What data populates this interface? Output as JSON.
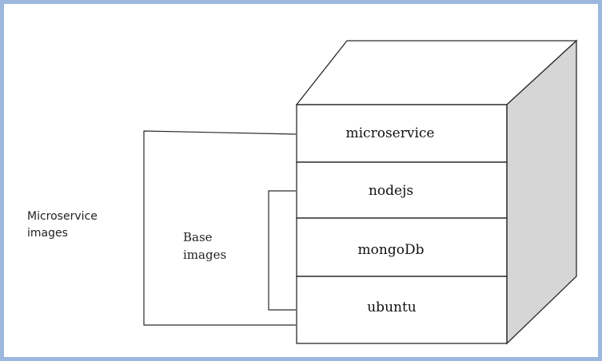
{
  "diagram": {
    "layers": [
      {
        "id": "microservice",
        "label": "microservice"
      },
      {
        "id": "nodejs",
        "label": "nodejs"
      },
      {
        "id": "mongodb",
        "label": "mongoDb"
      },
      {
        "id": "ubuntu",
        "label": "ubuntu"
      }
    ],
    "microservice_bracket": {
      "line1": "Microservice",
      "line2": "images"
    },
    "base_bracket": {
      "line1": "Base",
      "line2": "images"
    },
    "colors": {
      "frame": "#9cb8de",
      "side_face": "#d6d6d6",
      "line": "#2a2a2a"
    }
  }
}
